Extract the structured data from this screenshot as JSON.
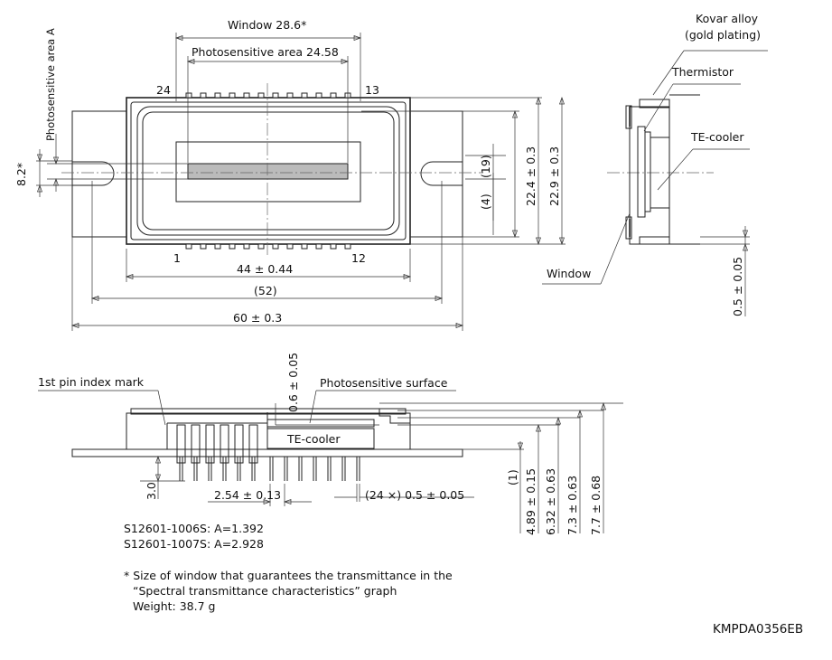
{
  "top_view": {
    "window_label": "Window 28.6*",
    "photosensitive_label": "Photosensitive area 24.58",
    "photosensitive_area_side_label": "Photosensitive area A",
    "pin_24": "24",
    "pin_13": "13",
    "pin_1": "1",
    "pin_12": "12",
    "dim_82": "8.2*",
    "dim_19": "(19)",
    "dim_4": "(4)",
    "dim_224": "22.4 ± 0.3",
    "dim_229": "22.9 ± 0.3",
    "dim_44": "44 ± 0.44",
    "dim_52": "(52)",
    "dim_60": "60 ± 0.3"
  },
  "side_view": {
    "kovar_line1": "Kovar alloy",
    "kovar_line2": "(gold plating)",
    "thermistor": "Thermistor",
    "tecooler": "TE-cooler",
    "window": "Window",
    "dim_05": "0.5 ± 0.05"
  },
  "bottom_view": {
    "pin_index_mark": "1st pin index mark",
    "photosensitive_surface": "Photosensitive surface",
    "dim_06": "0.6 ± 0.05",
    "tecooler": "TE-cooler",
    "dim_30": "3.0",
    "dim_254": "2.54 ± 0.13",
    "dim_pins": "(24 ×) 0.5 ± 0.05",
    "dim_1": "(1)",
    "dim_489": "4.89 ± 0.15",
    "dim_632": "6.32 ± 0.63",
    "dim_73": "7.3 ± 0.63",
    "dim_77": "7.7 ± 0.68"
  },
  "notes": {
    "model_a1": "S12601-1006S: A=1.392",
    "model_a2": "S12601-1007S: A=2.928",
    "footnote_line1": "* Size of window that guarantees the transmittance in the",
    "footnote_line2": "“Spectral transmittance characteristics” graph",
    "weight": "Weight: 38.7 g",
    "code": "KMPDA0356EB"
  }
}
